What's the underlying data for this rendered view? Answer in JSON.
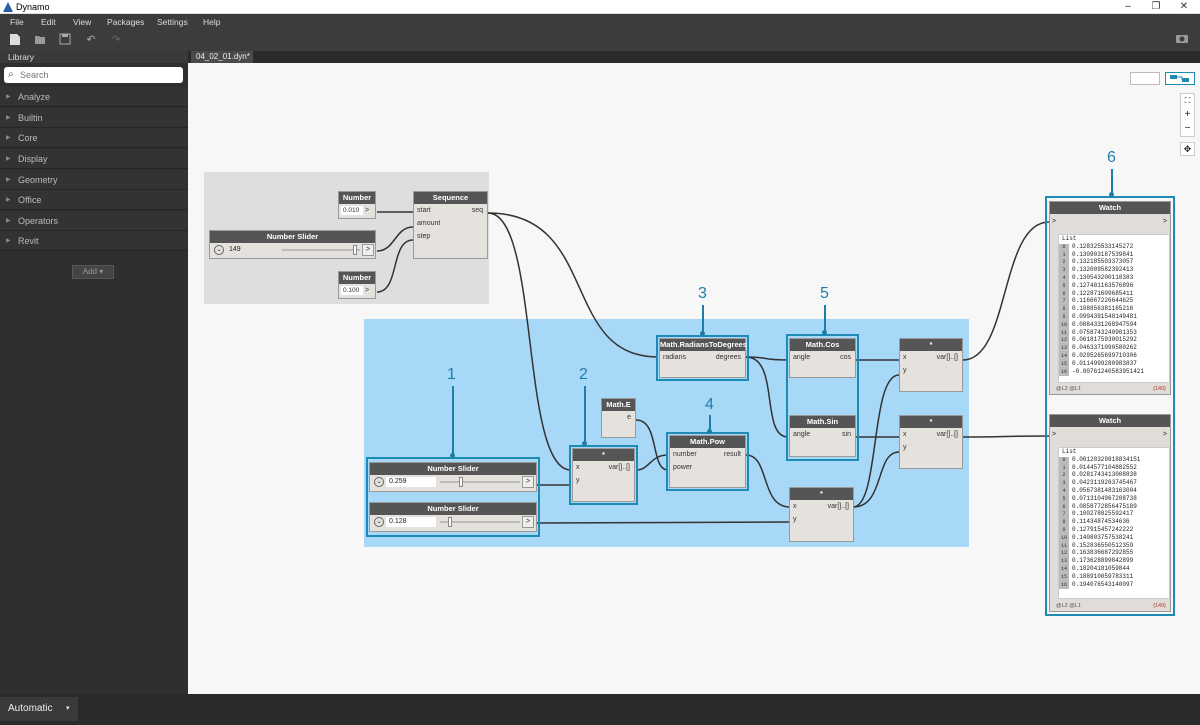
{
  "window": {
    "title": "Dynamo",
    "controls": [
      "–",
      "❐",
      "✕"
    ]
  },
  "menu": [
    "File",
    "Edit",
    "View",
    "Packages",
    "Settings",
    "Help"
  ],
  "tabs": {
    "library": "Library",
    "document": "04_02_01.dyn*"
  },
  "library": {
    "search_placeholder": "Search",
    "items": [
      "Analyze",
      "Builtin",
      "Core",
      "Display",
      "Geometry",
      "Office",
      "Operators",
      "Revit"
    ],
    "add_label": "Add"
  },
  "run_mode": "Automatic",
  "callouts": [
    "1",
    "2",
    "3",
    "4",
    "5",
    "6"
  ],
  "nodes": {
    "number1": {
      "title": "Number",
      "value": "0.010"
    },
    "number2": {
      "title": "Number",
      "value": "0.100"
    },
    "slider_top": {
      "title": "Number Slider",
      "value": "149",
      "fraction": 0.93
    },
    "sequence": {
      "title": "Sequence",
      "in": [
        "start",
        "amount",
        "step"
      ],
      "out": "seq"
    },
    "slider_a": {
      "title": "Number Slider",
      "value": "0.259",
      "fraction": 0.26
    },
    "slider_b": {
      "title": "Number Slider",
      "value": "0.128",
      "fraction": 0.13
    },
    "mult2": {
      "title": "*",
      "in": [
        "x",
        "y"
      ],
      "out": "var[]..[]"
    },
    "mathE": {
      "title": "Math.E",
      "out": "e"
    },
    "rad2deg": {
      "title": "Math.RadiansToDegrees",
      "in": [
        "radians"
      ],
      "out": "degrees"
    },
    "pow": {
      "title": "Math.Pow",
      "in": [
        "number",
        "power"
      ],
      "out": "result"
    },
    "cos": {
      "title": "Math.Cos",
      "in": [
        "angle"
      ],
      "out": "cos"
    },
    "sin": {
      "title": "Math.Sin",
      "in": [
        "angle"
      ],
      "out": "sin"
    },
    "multPow": {
      "title": "*",
      "in": [
        "x",
        "y"
      ],
      "out": "var[]..[]"
    },
    "multCos": {
      "title": "*",
      "in": [
        "x",
        "y"
      ],
      "out": "var[]..[]"
    },
    "multSin": {
      "title": "*",
      "in": [
        "x",
        "y"
      ],
      "out": "var[]..[]"
    }
  },
  "watch1": {
    "title": "Watch",
    "list_label": "List",
    "values": [
      "0.128325533145272",
      "0.130903187539841",
      "0.132185503373057",
      "0.132009582392413",
      "0.130543200110383",
      "0.127401163576896",
      "0.122871609685411",
      "0.116667226644625",
      "0.108856381165216",
      "0.0994391548149481",
      "0.0884331268947594",
      "0.0758743240901353",
      "0.0618175930015292",
      "0.0463371090580262",
      "0.0295265699710306",
      "0.0114999280983837",
      "-0.00761240583951421"
    ],
    "levels": "@L2 @L1",
    "count": "{149}"
  },
  "watch2": {
    "title": "Watch",
    "list_label": "List",
    "values": [
      "0.00128329818834151",
      "0.0144577104882552",
      "0.0281743413008838",
      "0.0423119263745467",
      "0.0567381483163004",
      "0.0713104967208738",
      "0.0858772856475189",
      "0.100278825592417",
      "0.11434874534636",
      "0.127915457242222",
      "0.140803757538241",
      "0.152836550512359",
      "0.163836687292855",
      "0.173628899842899",
      "0.18204181059844",
      "0.188910059783311",
      "0.194076543140097"
    ],
    "levels": "@L2 @L1",
    "count": "{149}"
  },
  "colors": {
    "highlight_group": "#a8d8f8",
    "outline": "#1e8bb5",
    "callout": "#1e7ea8",
    "grey_group": "#dedede"
  }
}
